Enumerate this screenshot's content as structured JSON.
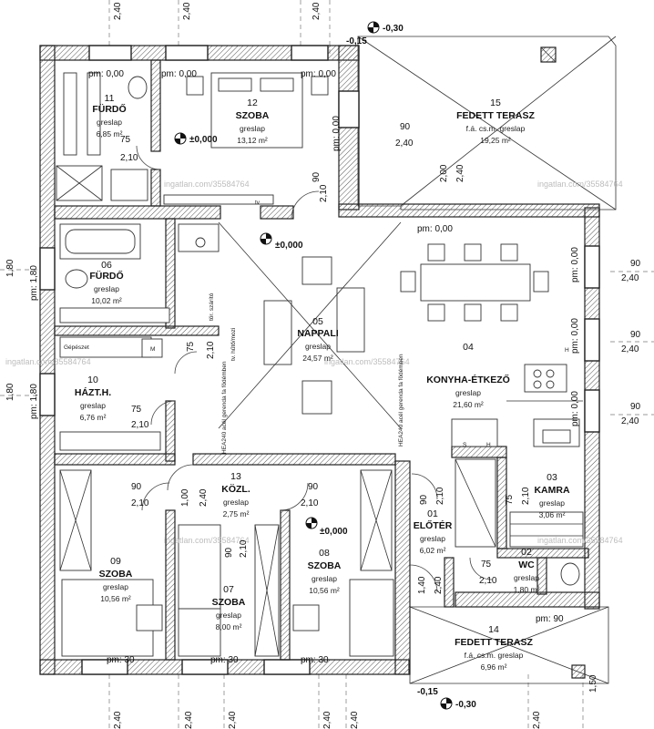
{
  "watermark": "ingatlan.com/35584764",
  "rooms": [
    {
      "num": "11",
      "name": "FÜRDŐ",
      "floor": "greslap",
      "area": "6,85 m²"
    },
    {
      "num": "12",
      "name": "SZOBA",
      "floor": "greslap",
      "area": "13,12 m²"
    },
    {
      "num": "15",
      "name": "FEDETT TERASZ",
      "floor": "f.á. cs.m. greslap",
      "area": "19,25 m²"
    },
    {
      "num": "06",
      "name": "FÜRDŐ",
      "floor": "greslap",
      "area": "10,02 m²"
    },
    {
      "num": "05",
      "name": "NAPPALI",
      "floor": "greslap",
      "area": "24,57 m²"
    },
    {
      "num": "04",
      "name": "KONYHA-ÉTKEZŐ",
      "floor": "greslap",
      "area": "21,60 m²"
    },
    {
      "num": "10",
      "name": "HÁZT.H.",
      "floor": "greslap",
      "area": "6,76 m²"
    },
    {
      "num": "13",
      "name": "KÖZL.",
      "floor": "greslap",
      "area": "2,75 m²"
    },
    {
      "num": "03",
      "name": "KAMRA",
      "floor": "greslap",
      "area": "3,06 m²"
    },
    {
      "num": "01",
      "name": "ELŐTÉR",
      "floor": "greslap",
      "area": "6,02 m²"
    },
    {
      "num": "02",
      "name": "WC",
      "floor": "greslap",
      "area": "1,80 m²"
    },
    {
      "num": "09",
      "name": "SZOBA",
      "floor": "greslap",
      "area": "10,56 m²"
    },
    {
      "num": "07",
      "name": "SZOBA",
      "floor": "greslap",
      "area": "8,00 m²"
    },
    {
      "num": "08",
      "name": "SZOBA",
      "floor": "greslap",
      "area": "10,56 m²"
    },
    {
      "num": "14",
      "name": "FEDETT TERASZ",
      "floor": "f.á. cs.m. greslap",
      "area": "6,96 m²"
    }
  ],
  "levels": {
    "zero": "±0,000",
    "neg015": "-0,15",
    "neg030": "-0,30"
  },
  "dims": {
    "d240": "2,40",
    "d210": "2,10",
    "d200": "2,00",
    "d180": "1,80",
    "d150": "1,50",
    "d140": "1,40",
    "d100": "1,00",
    "d90": "90",
    "d75": "75"
  },
  "pm": {
    "p000": "pm: 0,00",
    "p180": "pm: 1,80",
    "p30": "pm: 30",
    "p90": "pm: 90",
    "p000v": "pm: 0,00"
  },
  "notes": {
    "tv": "tv",
    "dryer": "tör. szárító",
    "fridge": "tv. hűtő/mozi",
    "machine": "Gépészet",
    "m": "M",
    "s": "S",
    "h": "H",
    "beam": "HEA240 acél gerenda fa födémben"
  }
}
